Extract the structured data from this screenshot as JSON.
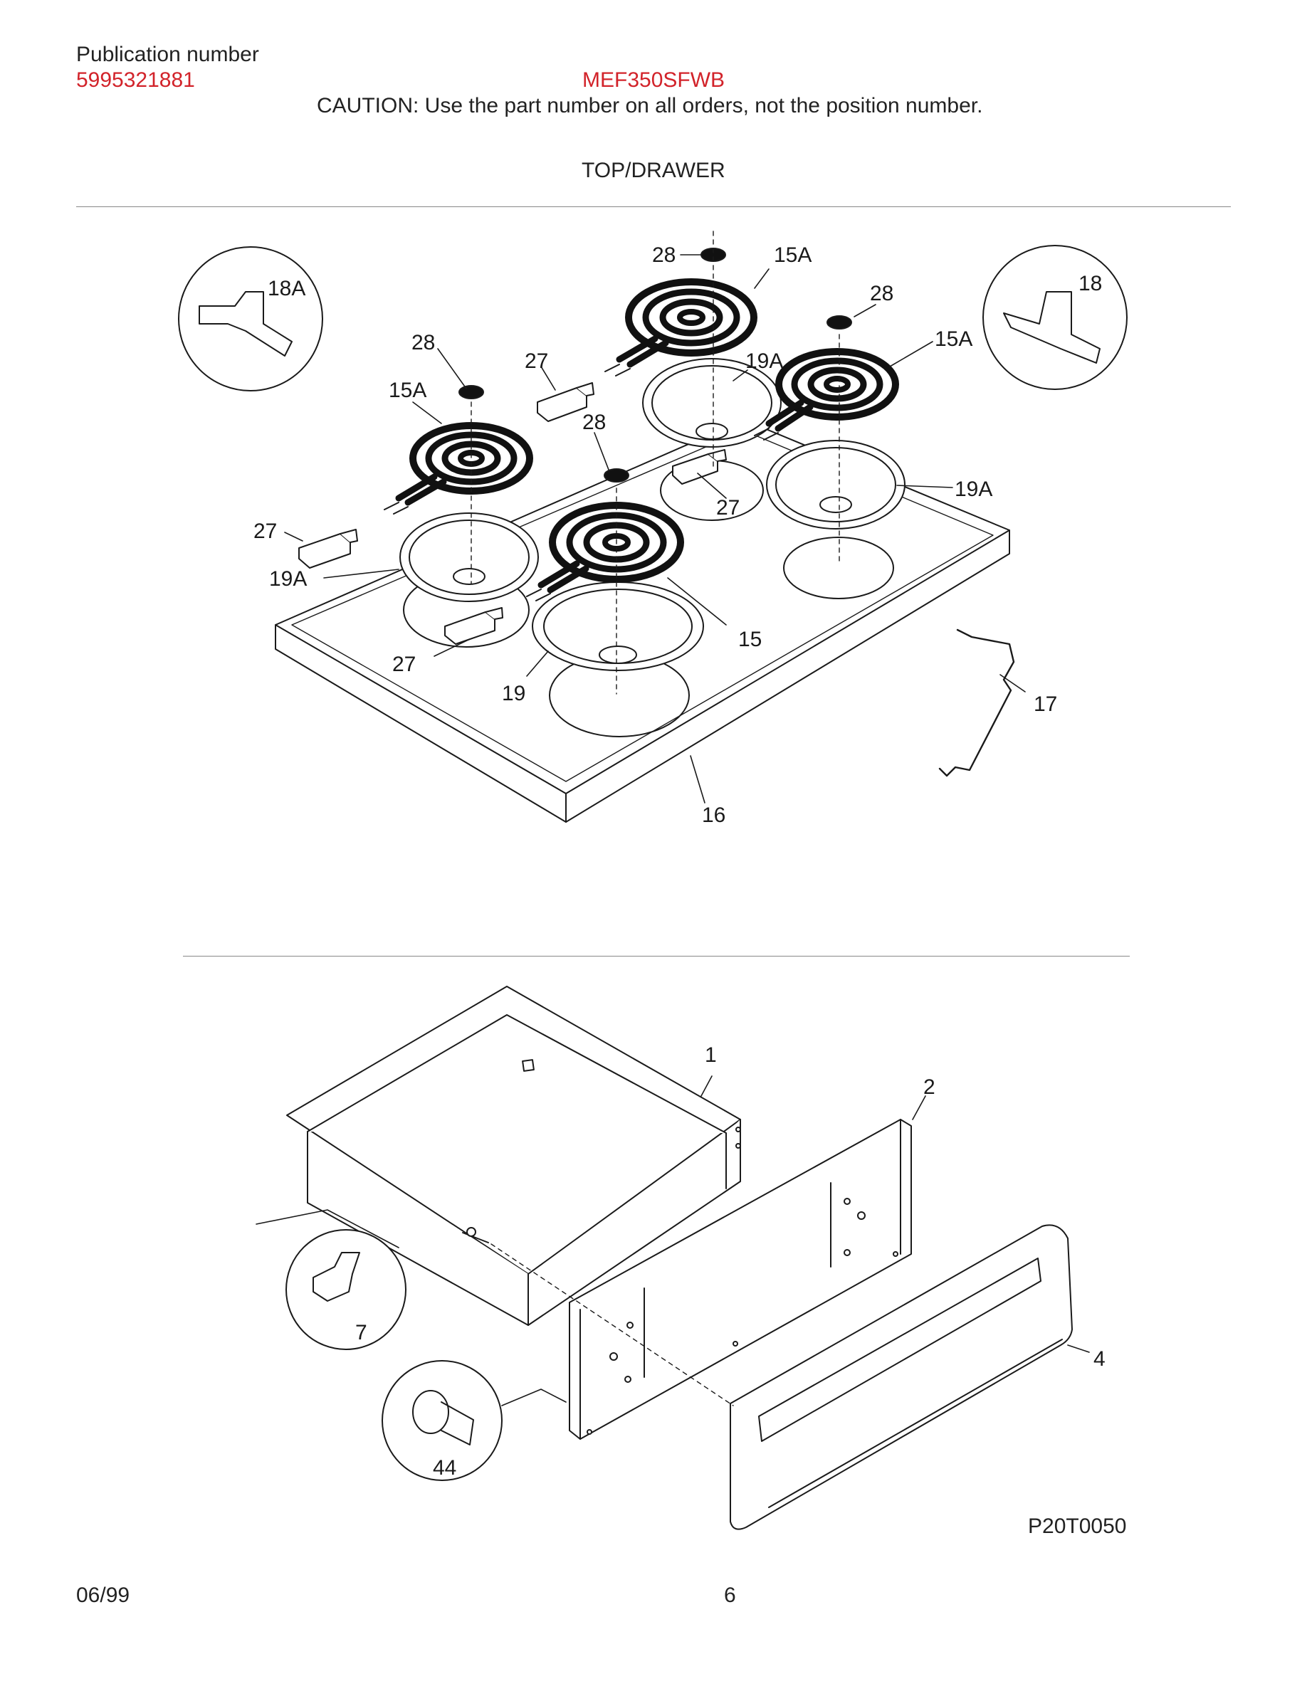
{
  "header": {
    "publication_label": "Publication number",
    "publication_number": "5995321881",
    "model": "MEF350SFWB",
    "caution": "CAUTION:  Use the part number on all orders, not the position number.",
    "section_title": "TOP/DRAWER"
  },
  "callouts": {
    "c28a": "28",
    "c15a1": "15A",
    "c28b": "28",
    "c18": "18",
    "c18a": "18A",
    "c15a2": "15A",
    "c28c": "28",
    "c27a": "27",
    "c19a1": "19A",
    "c15a3": "15A",
    "c28d": "28",
    "c27b": "27",
    "c19a2": "19A",
    "c27c": "27",
    "c19a3": "19A",
    "c15": "15",
    "c27d": "27",
    "c19": "19",
    "c17": "17",
    "c16": "16",
    "c1": "1",
    "c2": "2",
    "c7": "7",
    "c4": "4",
    "c44": "44"
  },
  "drawing_code": "P20T0050",
  "footer": {
    "date": "06/99",
    "page": "6"
  },
  "colors": {
    "accent_red": "#d2232a",
    "rule_gray": "#888888",
    "line": "#1a1a1a"
  }
}
